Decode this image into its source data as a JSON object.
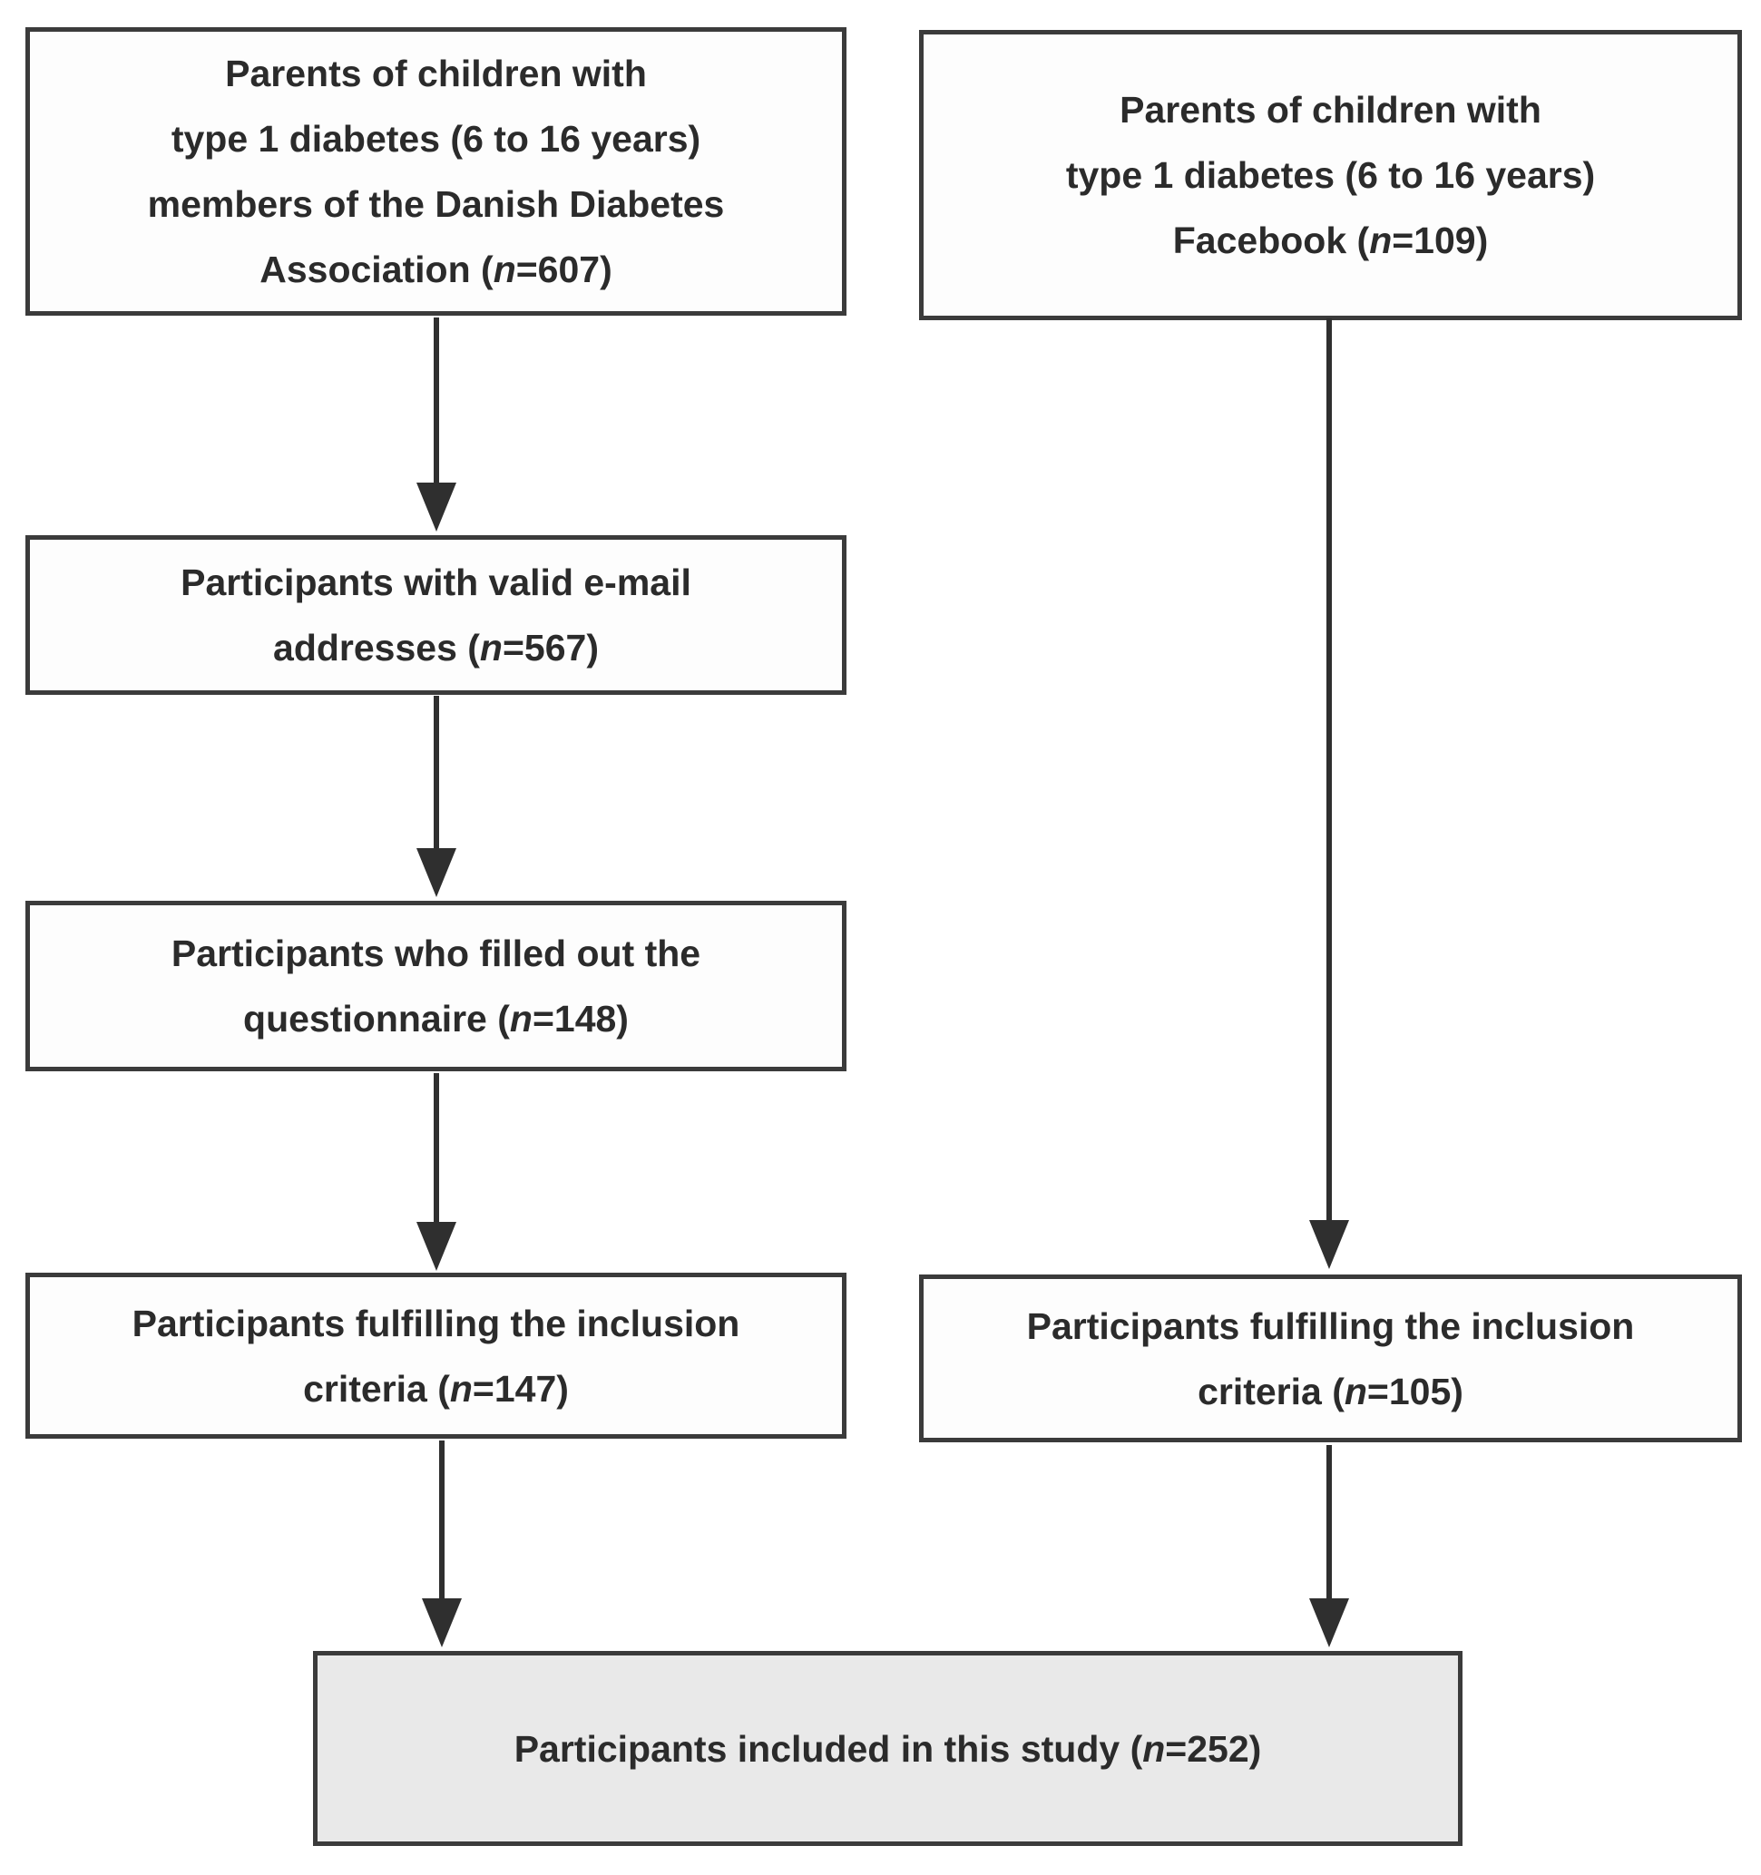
{
  "diagram": {
    "type": "participant-flow-diagram",
    "colors": {
      "background": "#ffffff",
      "box_border": "#3b3b3b",
      "text": "#2b2b2b",
      "arrow": "#2f2f2f",
      "final_box_fill": "#e9e9e9"
    },
    "boxes": {
      "left_source": {
        "lines": [
          [
            {
              "t": "Parents of children with"
            }
          ],
          [
            {
              "t": "type 1 diabetes (6 to 16 years)"
            }
          ],
          [
            {
              "t": "members of the Danish Diabetes"
            }
          ],
          [
            {
              "t": "Association ("
            },
            {
              "t": "n",
              "i": true
            },
            {
              "t": "=607)"
            }
          ]
        ]
      },
      "right_source": {
        "lines": [
          [
            {
              "t": "Parents of children with"
            }
          ],
          [
            {
              "t": "type 1 diabetes (6 to 16 years)"
            }
          ],
          [
            {
              "t": "Facebook ("
            },
            {
              "t": "n",
              "i": true
            },
            {
              "t": "=109)"
            }
          ]
        ]
      },
      "left_email": {
        "lines": [
          [
            {
              "t": "Participants with valid e-mail"
            }
          ],
          [
            {
              "t": "addresses ("
            },
            {
              "t": "n",
              "i": true
            },
            {
              "t": "=567)"
            }
          ]
        ]
      },
      "left_questionnaire": {
        "lines": [
          [
            {
              "t": "Participants who filled out the"
            }
          ],
          [
            {
              "t": "questionnaire ("
            },
            {
              "t": "n",
              "i": true
            },
            {
              "t": "=148)"
            }
          ]
        ]
      },
      "left_inclusion": {
        "lines": [
          [
            {
              "t": "Participants fulfilling the inclusion"
            }
          ],
          [
            {
              "t": "criteria ("
            },
            {
              "t": "n",
              "i": true
            },
            {
              "t": "=147)"
            }
          ]
        ]
      },
      "right_inclusion": {
        "lines": [
          [
            {
              "t": "Participants fulfilling the inclusion"
            }
          ],
          [
            {
              "t": "criteria ("
            },
            {
              "t": "n",
              "i": true
            },
            {
              "t": "=105)"
            }
          ]
        ]
      },
      "final": {
        "lines": [
          [
            {
              "t": "Participants included in this study ("
            },
            {
              "t": "n",
              "i": true
            },
            {
              "t": "=252)"
            }
          ]
        ]
      }
    }
  }
}
